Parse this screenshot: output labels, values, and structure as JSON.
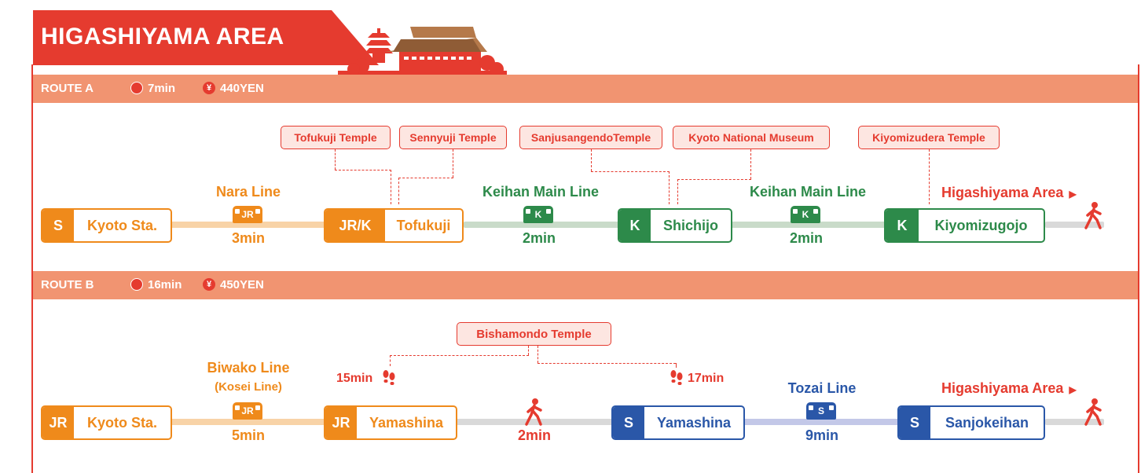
{
  "header": {
    "title": "HIGASHIYAMA AREA"
  },
  "colors": {
    "red": "#e53b2f",
    "route_bar": "#f19471",
    "jr_orange": "#ef8a1b",
    "keihan_green": "#2d8a4a",
    "subway_blue": "#2a57a8"
  },
  "route_a": {
    "label": "ROUTE A",
    "time": "7min",
    "fare": "440YEN",
    "stations": [
      {
        "code": "S",
        "name": "Kyoto Sta."
      },
      {
        "code": "JR/K",
        "name": "Tofukuji"
      },
      {
        "code": "K",
        "name": "Shichijo"
      },
      {
        "code": "K",
        "name": "Kiyomizugojo"
      }
    ],
    "segments": [
      {
        "line": "Nara Line",
        "train": "JR",
        "duration": "3min"
      },
      {
        "line": "Keihan Main Line",
        "train": "K",
        "duration": "2min"
      },
      {
        "line": "Keihan Main Line",
        "train": "K",
        "duration": "2min"
      }
    ],
    "temples": [
      "Tofukuji Temple",
      "Sennyuji Temple",
      "SanjusangendoTemple",
      "Kyoto National Museum",
      "Kiyomizudera Temple"
    ],
    "destination": "Higashiyama Area"
  },
  "route_b": {
    "label": "ROUTE B",
    "time": "16min",
    "fare": "450YEN",
    "stations": [
      {
        "code": "JR",
        "name": "Kyoto Sta."
      },
      {
        "code": "JR",
        "name": "Yamashina"
      },
      {
        "code": "S",
        "name": "Yamashina"
      },
      {
        "code": "S",
        "name": "Sanjokeihan"
      }
    ],
    "segments": [
      {
        "line": "Biwako Line",
        "subline": "(Kosei Line)",
        "train": "JR",
        "duration": "5min"
      },
      {
        "walk": "2min"
      },
      {
        "line": "Tozai Line",
        "train": "S",
        "duration": "9min"
      }
    ],
    "temples": [
      "Bishamondo Temple"
    ],
    "walk_times": [
      "15min",
      "17min"
    ],
    "destination": "Higashiyama Area"
  },
  "icons": {
    "clock": "clock-icon",
    "yen": "yen-icon",
    "walk": "walking-person-icon",
    "footprints": "footprints-icon",
    "train": "train-icon",
    "arrow": "triangle-right-icon"
  }
}
